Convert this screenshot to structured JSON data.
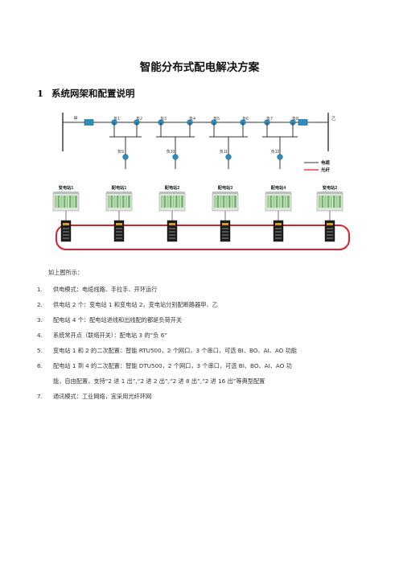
{
  "doc": {
    "title": "智能分布式配电解决方案",
    "section_number": "1",
    "section_title": "系统网架和配置说明"
  },
  "diagram": {
    "source_a": "甲",
    "source_b": "乙",
    "loads_top": [
      "负1",
      "负2",
      "负3",
      "负4",
      "负5",
      "负6",
      "负7",
      "负8"
    ],
    "loads_bottom": [
      "负9",
      "负10",
      "负11",
      "负12"
    ],
    "legend": {
      "cable": "电缆",
      "fiber": "光纤"
    },
    "stations": [
      "变电站1",
      "配电站1",
      "配电站2",
      "配电站3",
      "配电站4",
      "变电站2"
    ],
    "colors": {
      "switch_fill": "#2a8fc0",
      "fiber": "#e0202a",
      "busbar": "#333333",
      "header_highlight": "#f3c48c"
    }
  },
  "body": {
    "intro": "如上图所示：",
    "items": [
      {
        "n": "1.",
        "text": "供电模式：电缆线路、手拉手、开环运行"
      },
      {
        "n": "2.",
        "text": "供电站 2 个：变电站 1 和变电站 2，变电站分别配断路器甲、乙"
      },
      {
        "n": "3.",
        "text": "配电站 4 个：配电站进线和出线配的都是负荷开关"
      },
      {
        "n": "4.",
        "text": "系统常开点（联络开关）：配电站 3 的“负 6”"
      },
      {
        "n": "5.",
        "text": "变电站 1 和 2 的二次配置：智能 RTU500，2 个网口，3 个串口，可选 BI、BO、AI、AO 功能"
      },
      {
        "n": "6.",
        "text": "配电站 1 到 4 的二次配置：智能 DTU500，2 个网口，3 个串口，可选 BI、BO、AI、AO 功"
      },
      {
        "n": "",
        "text": "能，自由配置，支持“2 进 1 出”,“2 进 2 出”,“2 进 8 出”,“2 进 16 出”等典型配置"
      },
      {
        "n": "7.",
        "text": "通讯模式：工业网络，宜采用光纤环网"
      }
    ]
  }
}
